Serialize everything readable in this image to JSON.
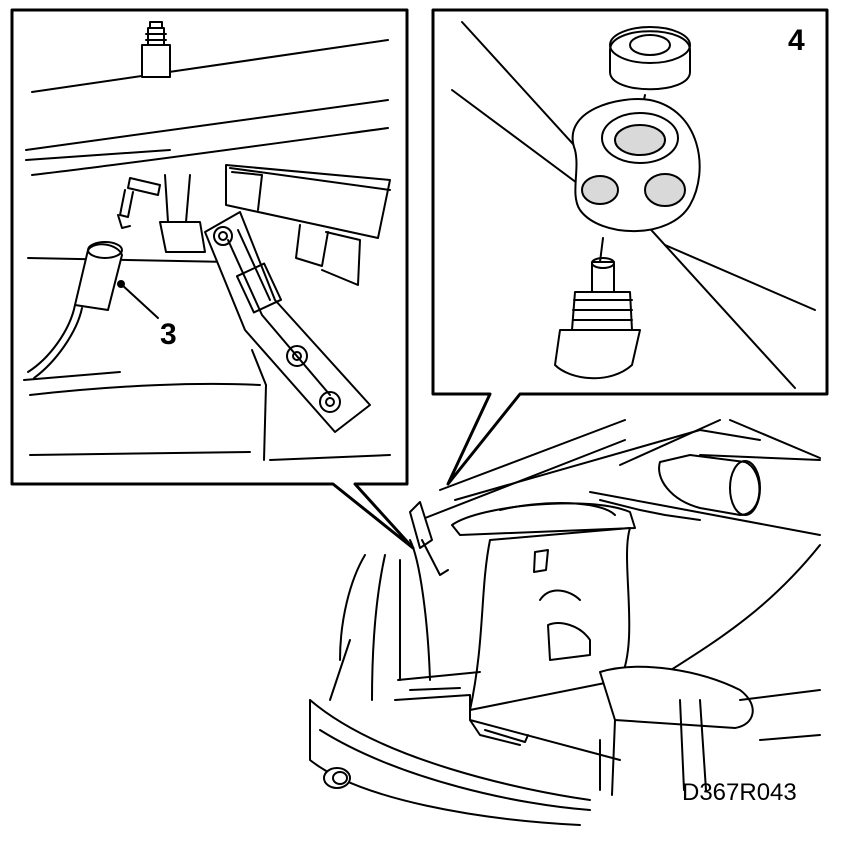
{
  "labels": {
    "callout_3": "3",
    "callout_4": "4",
    "drawing_code": "D367R043"
  },
  "colors": {
    "ink": "#000000",
    "paper": "#ffffff",
    "shade": "#d9d9d9"
  }
}
